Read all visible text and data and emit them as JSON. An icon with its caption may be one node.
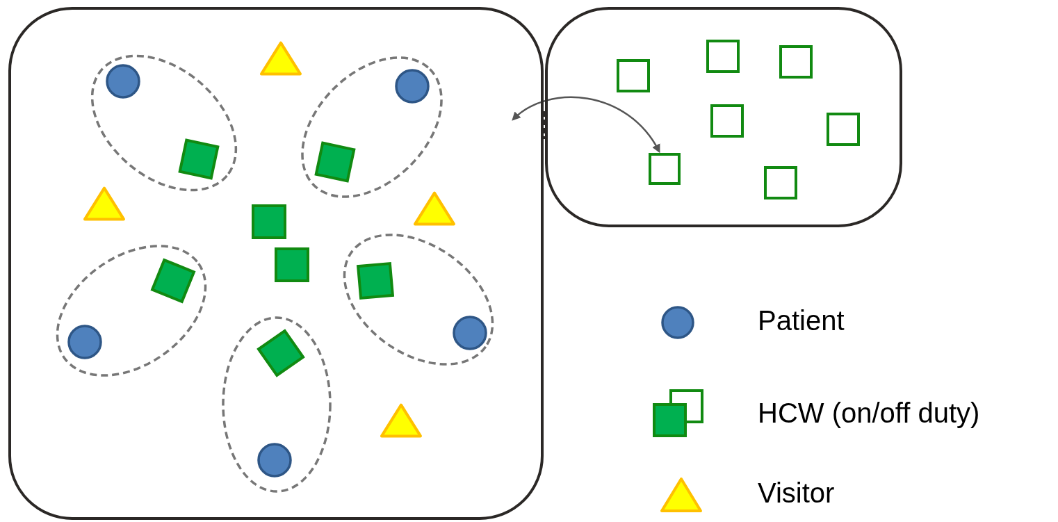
{
  "diagram": {
    "nodes": [
      {
        "text": [],
        "shape": "box"
      },
      {
        "text": [],
        "shape": "box"
      },
      {
        "text": [],
        "shape": "box",
        "in": 1
      }
    ],
    "edges": [
      {
        "from": 0,
        "to": 2,
        "arrow": "both",
        "color": "#555555"
      }
    ],
    "legend": [
      {
        "text": "Patient"
      },
      {
        "text": "HCW (on/off duty)"
      },
      {
        "text": "Visitor"
      }
    ]
  }
}
